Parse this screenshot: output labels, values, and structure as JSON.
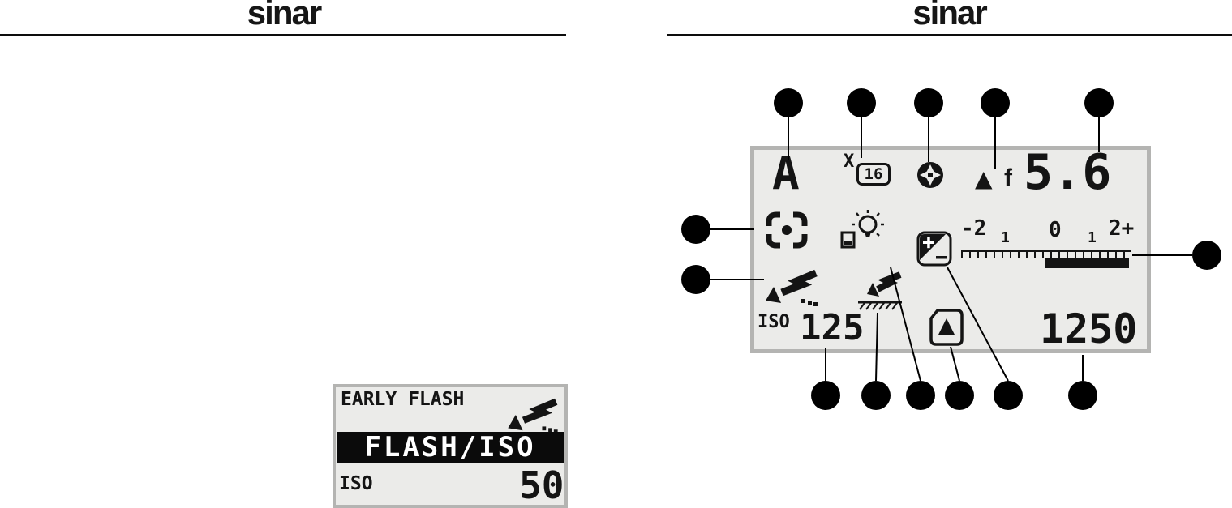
{
  "colors": {
    "page_bg": "#ffffff",
    "lcd_bg": "#ebebe9",
    "lcd_border": "#b4b4b2",
    "ink": "#141414",
    "inverted_bar_bg": "#0b0b0b",
    "inverted_bar_text": "#ffffff"
  },
  "page_left": {
    "logo": "sinar",
    "lcd": {
      "title": "EARLY FLASH",
      "menu_item": "FLASH/ISO",
      "iso_label": "ISO",
      "iso_value": "50"
    }
  },
  "page_right": {
    "logo": "sinar",
    "lcd": {
      "mode": "A",
      "flash_sync_prefix": "X",
      "flash_sync_value": "16",
      "aperture_prefix": "f",
      "aperture_value": "5.6",
      "exposure_scale": {
        "labels": [
          "-2",
          "1",
          "0",
          "1",
          "2+"
        ]
      },
      "iso_label": "ISO",
      "iso_value": "125",
      "shutter_value": "1250"
    }
  },
  "icons": {
    "warning_triangle": "▲",
    "spot_metering": "viewfinder-frame-with-center-dot",
    "early_flash": "flash-arrow-with-trailing-dots",
    "flash_exposure": "flash-arrow-onto-hatched-surface",
    "modeling_light": "bulb-with-rays-and-flash-unit",
    "exposure_compensation": "plus-minus-split-square",
    "shutter_wheel": "segmented-dark-circle",
    "cassette_warning": "notched-frame-with-warning-triangle"
  }
}
